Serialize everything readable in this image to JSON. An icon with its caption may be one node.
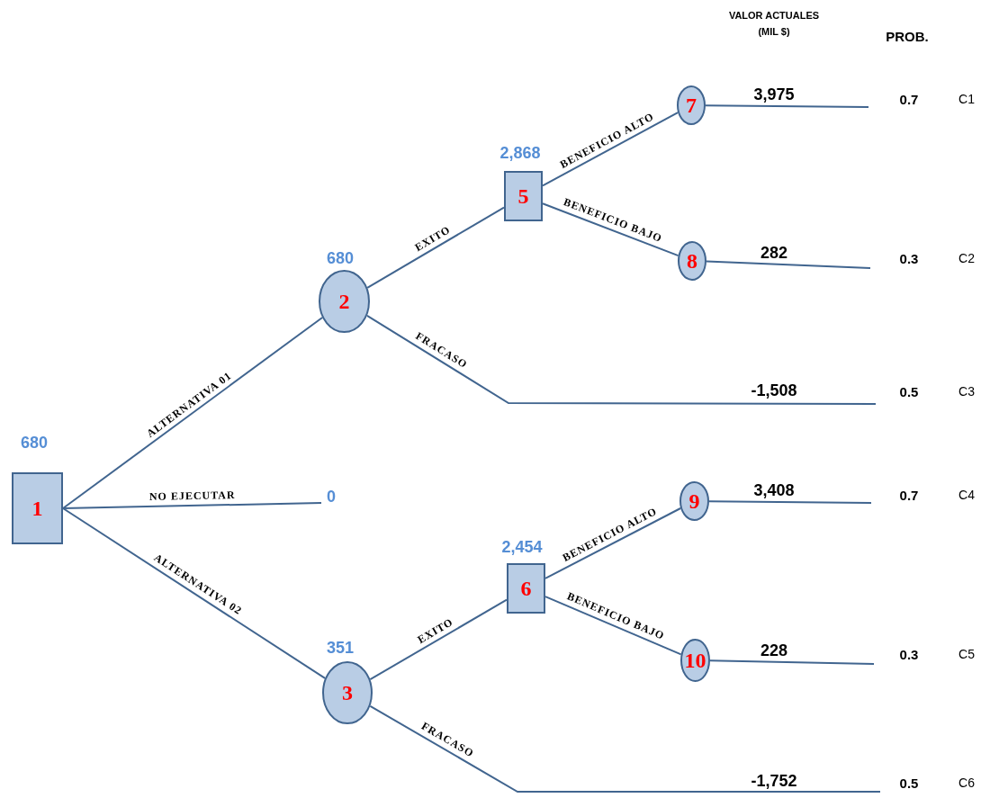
{
  "diagram": {
    "nodes": [
      {
        "text": [
          "1"
        ],
        "beside": [
          "680"
        ]
      },
      {
        "text": [
          "2"
        ],
        "beside": [
          "680"
        ]
      },
      {
        "text": [
          "3"
        ],
        "beside": [
          "351"
        ]
      },
      {
        "text": [
          "5"
        ],
        "beside": [
          "2,868"
        ]
      },
      {
        "text": [
          "6"
        ],
        "beside": [
          "2,454"
        ]
      },
      {
        "text": [
          "7"
        ]
      },
      {
        "text": [
          "8"
        ]
      },
      {
        "text": [
          "9"
        ]
      },
      {
        "text": [
          "10"
        ]
      },
      {
        "text": [
          "0"
        ]
      }
    ],
    "edges": [
      {
        "from": 0,
        "to": 1,
        "arrow": "none",
        "label": "ALTERNATIVA 01"
      },
      {
        "from": 0,
        "to": 9,
        "arrow": "none",
        "label": "NO EJECUTAR"
      },
      {
        "from": 0,
        "to": 2,
        "arrow": "none",
        "label": "ALTERNATIVA 02"
      },
      {
        "from": 1,
        "to": 3,
        "arrow": "none",
        "label": "EXITO"
      },
      {
        "from": 1,
        "to": null,
        "arrow": "none",
        "label": "FRACASO"
      },
      {
        "from": 3,
        "to": 5,
        "arrow": "none",
        "label": "BENEFICIO ALTO"
      },
      {
        "from": 3,
        "to": 6,
        "arrow": "none",
        "label": "BENEFICIO BAJO"
      },
      {
        "from": 2,
        "to": 4,
        "arrow": "none",
        "label": "EXITO"
      },
      {
        "from": 2,
        "to": null,
        "arrow": "none",
        "label": "FRACASO"
      },
      {
        "from": 4,
        "to": 7,
        "arrow": "none",
        "label": "BENEFICIO ALTO"
      },
      {
        "from": 4,
        "to": 8,
        "arrow": "none",
        "label": "BENEFICIO BAJO"
      },
      {
        "from": 5,
        "to": null,
        "arrow": "none",
        "label": "3,975"
      },
      {
        "from": 6,
        "to": null,
        "arrow": "none",
        "label": "282"
      },
      {
        "from": 7,
        "to": null,
        "arrow": "none",
        "label": "3,408"
      },
      {
        "from": 8,
        "to": null,
        "arrow": "none",
        "label": "228"
      }
    ],
    "labels": [
      "VALOR ACTUALES (MIL $)",
      "PROB.",
      "0.7",
      "C1",
      "0.3",
      "C2",
      "-1,508",
      "0.5",
      "C3",
      "0.7",
      "C4",
      "0.3",
      "C5",
      "-1,752",
      "0.5",
      "C6"
    ]
  }
}
